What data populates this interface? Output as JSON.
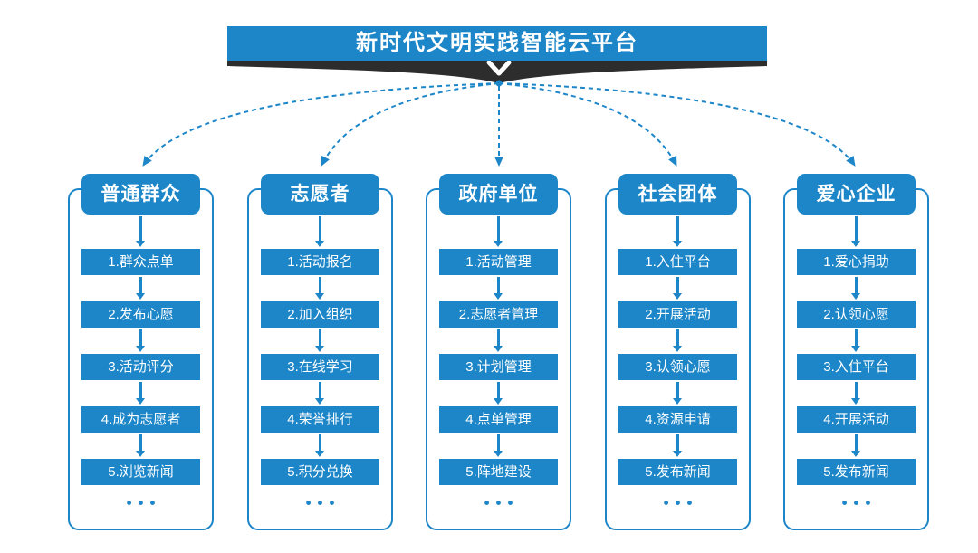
{
  "title": "新时代文明实践智能云平台",
  "ellipsis": "•••",
  "colors": {
    "primary": "#1c86c8",
    "funnel": "#2d2d2d"
  },
  "columns": [
    {
      "title": "普通群众",
      "steps": [
        "1.群众点单",
        "2.发布心愿",
        "3.活动评分",
        "4.成为志愿者",
        "5.浏览新闻"
      ]
    },
    {
      "title": "志愿者",
      "steps": [
        "1.活动报名",
        "2.加入组织",
        "3.在线学习",
        "4.荣誉排行",
        "5.积分兑换"
      ]
    },
    {
      "title": "政府单位",
      "steps": [
        "1.活动管理",
        "2.志愿者管理",
        "3.计划管理",
        "4.点单管理",
        "5.阵地建设"
      ]
    },
    {
      "title": "社会团体",
      "steps": [
        "1.入住平台",
        "2.开展活动",
        "3.认领心愿",
        "4.资源申请",
        "5.发布新闻"
      ]
    },
    {
      "title": "爱心企业",
      "steps": [
        "1.爱心捐助",
        "2.认领心愿",
        "3.入住平台",
        "4.开展活动",
        "5.发布新闻"
      ]
    }
  ]
}
